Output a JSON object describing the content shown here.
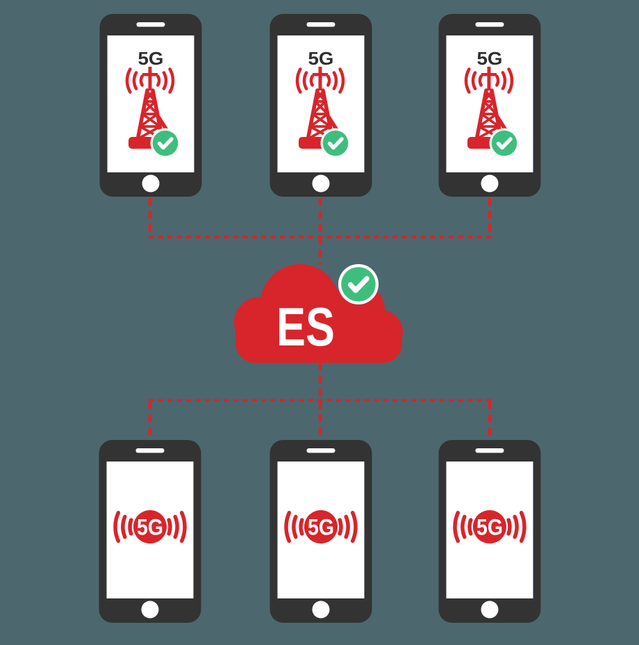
{
  "colors": {
    "bg": "#4d676e",
    "red": "#d7252b",
    "dark": "#333333",
    "label_dark": "#2e2e2e",
    "green": "#3ebe7d",
    "white": "#ffffff"
  },
  "cloud": {
    "label": "ES",
    "status_icon": "check-icon"
  },
  "top_devices": [
    {
      "label": "5G",
      "icon": "cell-tower-icon",
      "status_icon": "check-icon"
    },
    {
      "label": "5G",
      "icon": "cell-tower-icon",
      "status_icon": "check-icon"
    },
    {
      "label": "5G",
      "icon": "cell-tower-icon",
      "status_icon": "check-icon"
    }
  ],
  "bottom_devices": [
    {
      "label": "5G",
      "icon": "5g-signal-icon"
    },
    {
      "label": "5G",
      "icon": "5g-signal-icon"
    },
    {
      "label": "5G",
      "icon": "5g-signal-icon"
    }
  ]
}
